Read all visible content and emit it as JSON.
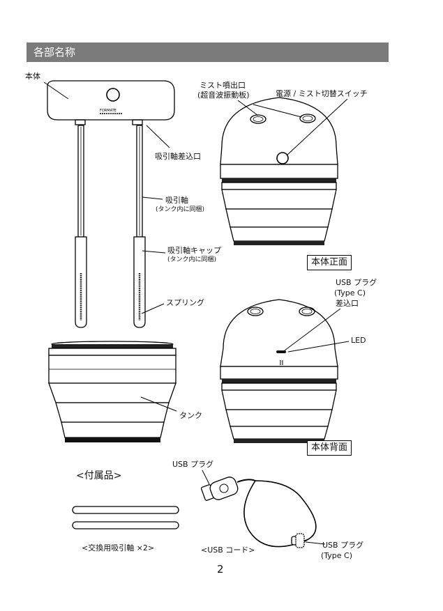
{
  "header": {
    "title": "各部名称"
  },
  "labels": {
    "body": "本体",
    "mist_outlet": "ミスト噴出口",
    "mist_outlet_sub": "(超音波振動板)",
    "power_switch": "電源 / ミスト切替スイッチ",
    "suction_port": "吸引軸差込口",
    "suction_rod": "吸引軸",
    "suction_rod_sub": "(タンク内に同梱)",
    "suction_cap": "吸引軸キャップ",
    "suction_cap_sub": "(タンク内に同梱)",
    "spring": "スプリング",
    "tank": "タンク",
    "usb_port_l1": "USB プラグ",
    "usb_port_l2": "(Type C)",
    "usb_port_l3": "差込口",
    "led": "LED",
    "front_view": "本体正面",
    "back_view": "本体背面",
    "brand": "FORMATE"
  },
  "accessories": {
    "title": "<付属品>",
    "rods_caption": "<交換用吸引軸 ×2>",
    "usb_plug_label": "USB プラグ",
    "usb_cord_caption": "<USB コード>",
    "usb_typec_l1": "USB プラグ",
    "usb_typec_l2": "(Type C)"
  },
  "page_number": "2"
}
